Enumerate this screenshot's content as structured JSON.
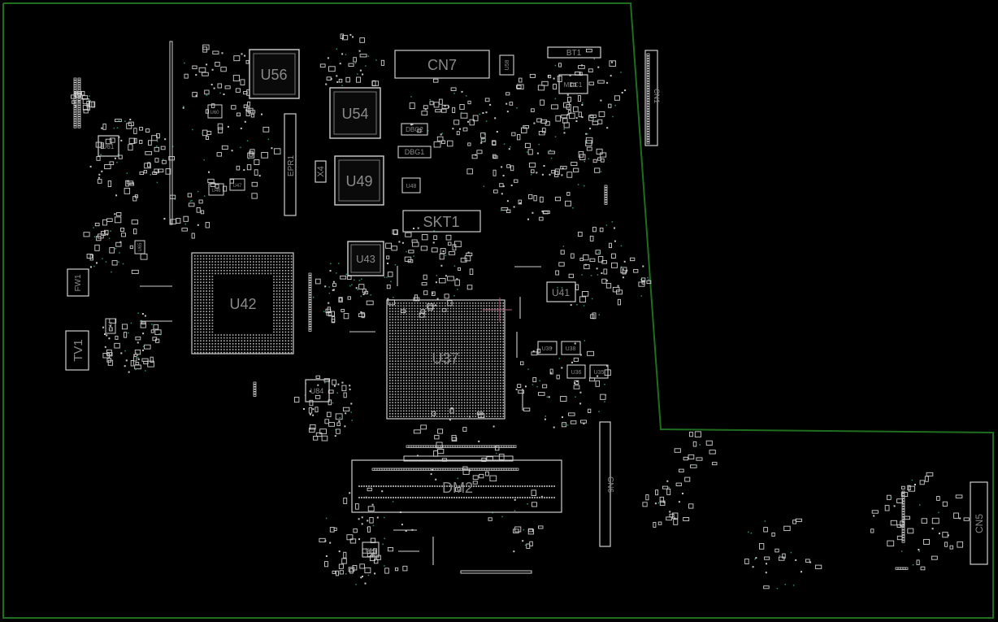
{
  "viewer": {
    "background": "#000000",
    "outline_color": "#1f6e1f",
    "part_color": "#cfcfcf",
    "label_color": "#8a8a8a",
    "via_color": "#2f8f6a"
  },
  "components": {
    "u56": "U56",
    "u54": "U54",
    "u49": "U49",
    "u43": "U43",
    "u42": "U42",
    "u37": "U37",
    "u41": "U41",
    "u84": "U84",
    "u61": "U61",
    "u48": "U48",
    "u58": "U58",
    "u39": "U39",
    "u38": "U38",
    "u36": "U36",
    "u35": "U35",
    "u53": "U53",
    "u46": "U46",
    "u47": "U47",
    "u60": "U60",
    "u65": "U65",
    "u44": "U44",
    "cn7": "CN7",
    "cn6": "CN6",
    "cn5": "CN5",
    "cn1": "CN1",
    "skt1": "SKT1",
    "dm2": "DM2",
    "epr1": "EPR1",
    "x4": "X4",
    "dbg1": "DBG1",
    "dbg2": "DBG2",
    "mdc1": "MDC1",
    "bt1": "BT1",
    "fw1": "FW1",
    "tv1": "TV1"
  }
}
